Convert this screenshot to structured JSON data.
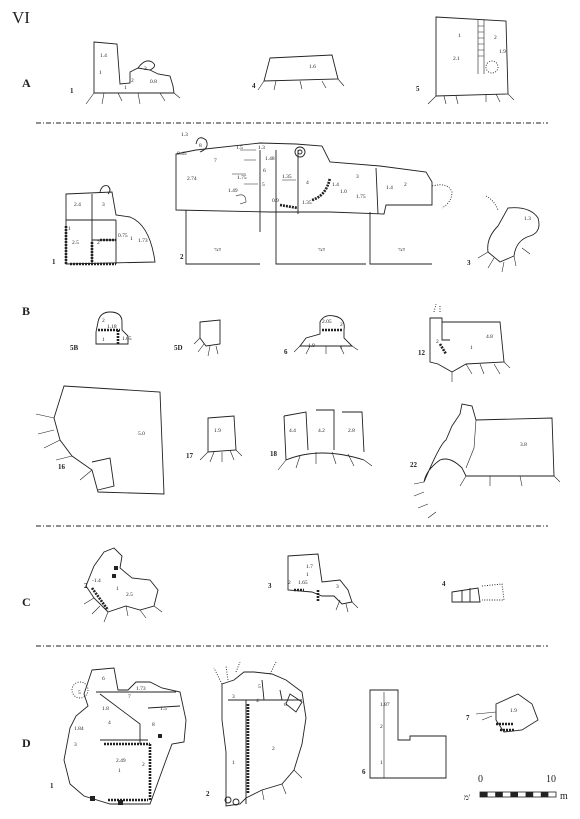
{
  "plate_label": "VI",
  "sections": [
    {
      "id": "A",
      "label": "A",
      "plans": [
        {
          "num": "1",
          "annotations": [
            "1.4",
            "1",
            "3",
            "2",
            "0.8",
            "1"
          ]
        },
        {
          "num": "4",
          "annotations": [
            "1.6"
          ]
        },
        {
          "num": "5",
          "annotations": [
            "1",
            "2",
            "2.1",
            "1.9"
          ]
        }
      ]
    },
    {
      "id": "B",
      "label": "B",
      "plans": [
        {
          "num": "1",
          "annotations": [
            "2.4",
            "3",
            "2.5",
            "1",
            "2",
            "0.75",
            "1",
            "1.73"
          ]
        },
        {
          "num": "2",
          "annotations": [
            "1.3",
            "8",
            "0.45",
            "7",
            "1.5",
            "1.3",
            "1.48",
            "2.74",
            "1.75",
            "1.35",
            "5",
            "6",
            "1.49",
            "4",
            "3",
            "1.4",
            "1.0",
            "2",
            "1.4",
            "1.75",
            "1.35",
            "0.9"
          ],
          "hebrew": [
            "חצר",
            "חצר",
            "חצר"
          ]
        },
        {
          "num": "3",
          "annotations": [
            "1.3"
          ]
        },
        {
          "num": "5B",
          "annotations": [
            "2",
            "1.18",
            "1",
            "1.65"
          ]
        },
        {
          "num": "5D",
          "annotations": []
        },
        {
          "num": "6",
          "annotations": [
            "2.05",
            "2",
            "1.9",
            "1"
          ]
        },
        {
          "num": "12",
          "annotations": [
            "2",
            "1",
            "4.8"
          ]
        },
        {
          "num": "16",
          "annotations": [
            "5.0"
          ]
        },
        {
          "num": "17",
          "annotations": [
            "1.9"
          ]
        },
        {
          "num": "18",
          "annotations": [
            "4.4",
            "4.2",
            "2.8"
          ]
        },
        {
          "num": "22",
          "annotations": [
            "3.8"
          ]
        }
      ]
    },
    {
      "id": "C",
      "label": "C",
      "plans": [
        {
          "num": "2",
          "annotations": [
            "-1.4",
            "1",
            "2.5"
          ]
        },
        {
          "num": "3",
          "annotations": [
            "1.7",
            "1",
            "2",
            "1.65",
            "3"
          ]
        },
        {
          "num": "4",
          "annotations": []
        }
      ]
    },
    {
      "id": "D",
      "label": "D",
      "plans": [
        {
          "num": "1",
          "annotations": [
            "6",
            "5",
            "1.73",
            "7",
            "1.8",
            "4",
            "1.5",
            "8",
            "1.84",
            "3",
            "2.49",
            "1",
            "2"
          ]
        },
        {
          "num": "2",
          "annotations": [
            "5",
            "3",
            "4",
            "6",
            "2",
            "1"
          ]
        },
        {
          "num": "6",
          "annotations": [
            "1.87",
            "2",
            "1"
          ]
        },
        {
          "num": "7",
          "annotations": [
            "1.9"
          ]
        }
      ]
    }
  ],
  "scale_bar": {
    "start": "0",
    "end": "10",
    "unit": "m",
    "hebrew_unit": "מ'"
  }
}
